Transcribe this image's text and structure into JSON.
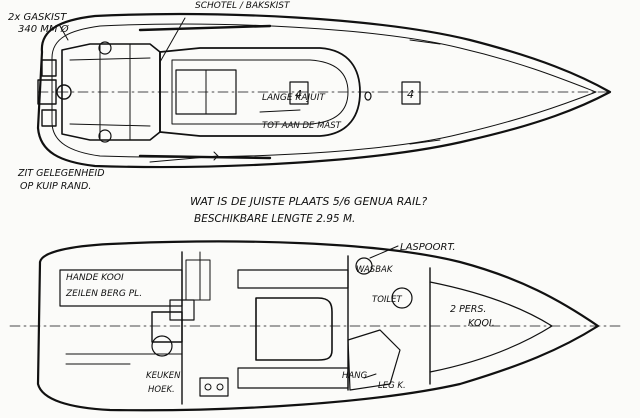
{
  "deck_plan": {
    "label_top_left_1": "2x GASKIST",
    "label_top_left_2": "340 MM Ø",
    "label_top_banner": "SCHOTEL / BAKSKIST",
    "label_cabin_1": "LANGE KAJUIT",
    "label_cabin_2": "TOT AAN DE MAST",
    "label_seat_1": "ZIT GELEGENHEID",
    "label_seat_2": "OP KUIP RAND.",
    "hatch_symbol_1": "4",
    "hatch_symbol_2": "4"
  },
  "question": {
    "line_1": "WAT IS DE JUISTE PLAATS 5/6 GENUA RAIL?",
    "line_2": "BESCHIKBARE LENGTE 2.95 M."
  },
  "interior_plan": {
    "label_lazarette": "LASPOORT.",
    "label_kitchen_1": "HANDE KOOI",
    "label_kitchen_2": "ZEILEN BERG PL.",
    "label_wasbak": "WASBAK",
    "label_toilet": "TOILET",
    "label_bunk_1": "2 PERS.",
    "label_bunk_2": "KOOI.",
    "label_galley_1": "KEUKEN",
    "label_galley_2": "HOEK.",
    "label_hanging_1": "HANG",
    "label_hanging_2": "LEG K."
  }
}
